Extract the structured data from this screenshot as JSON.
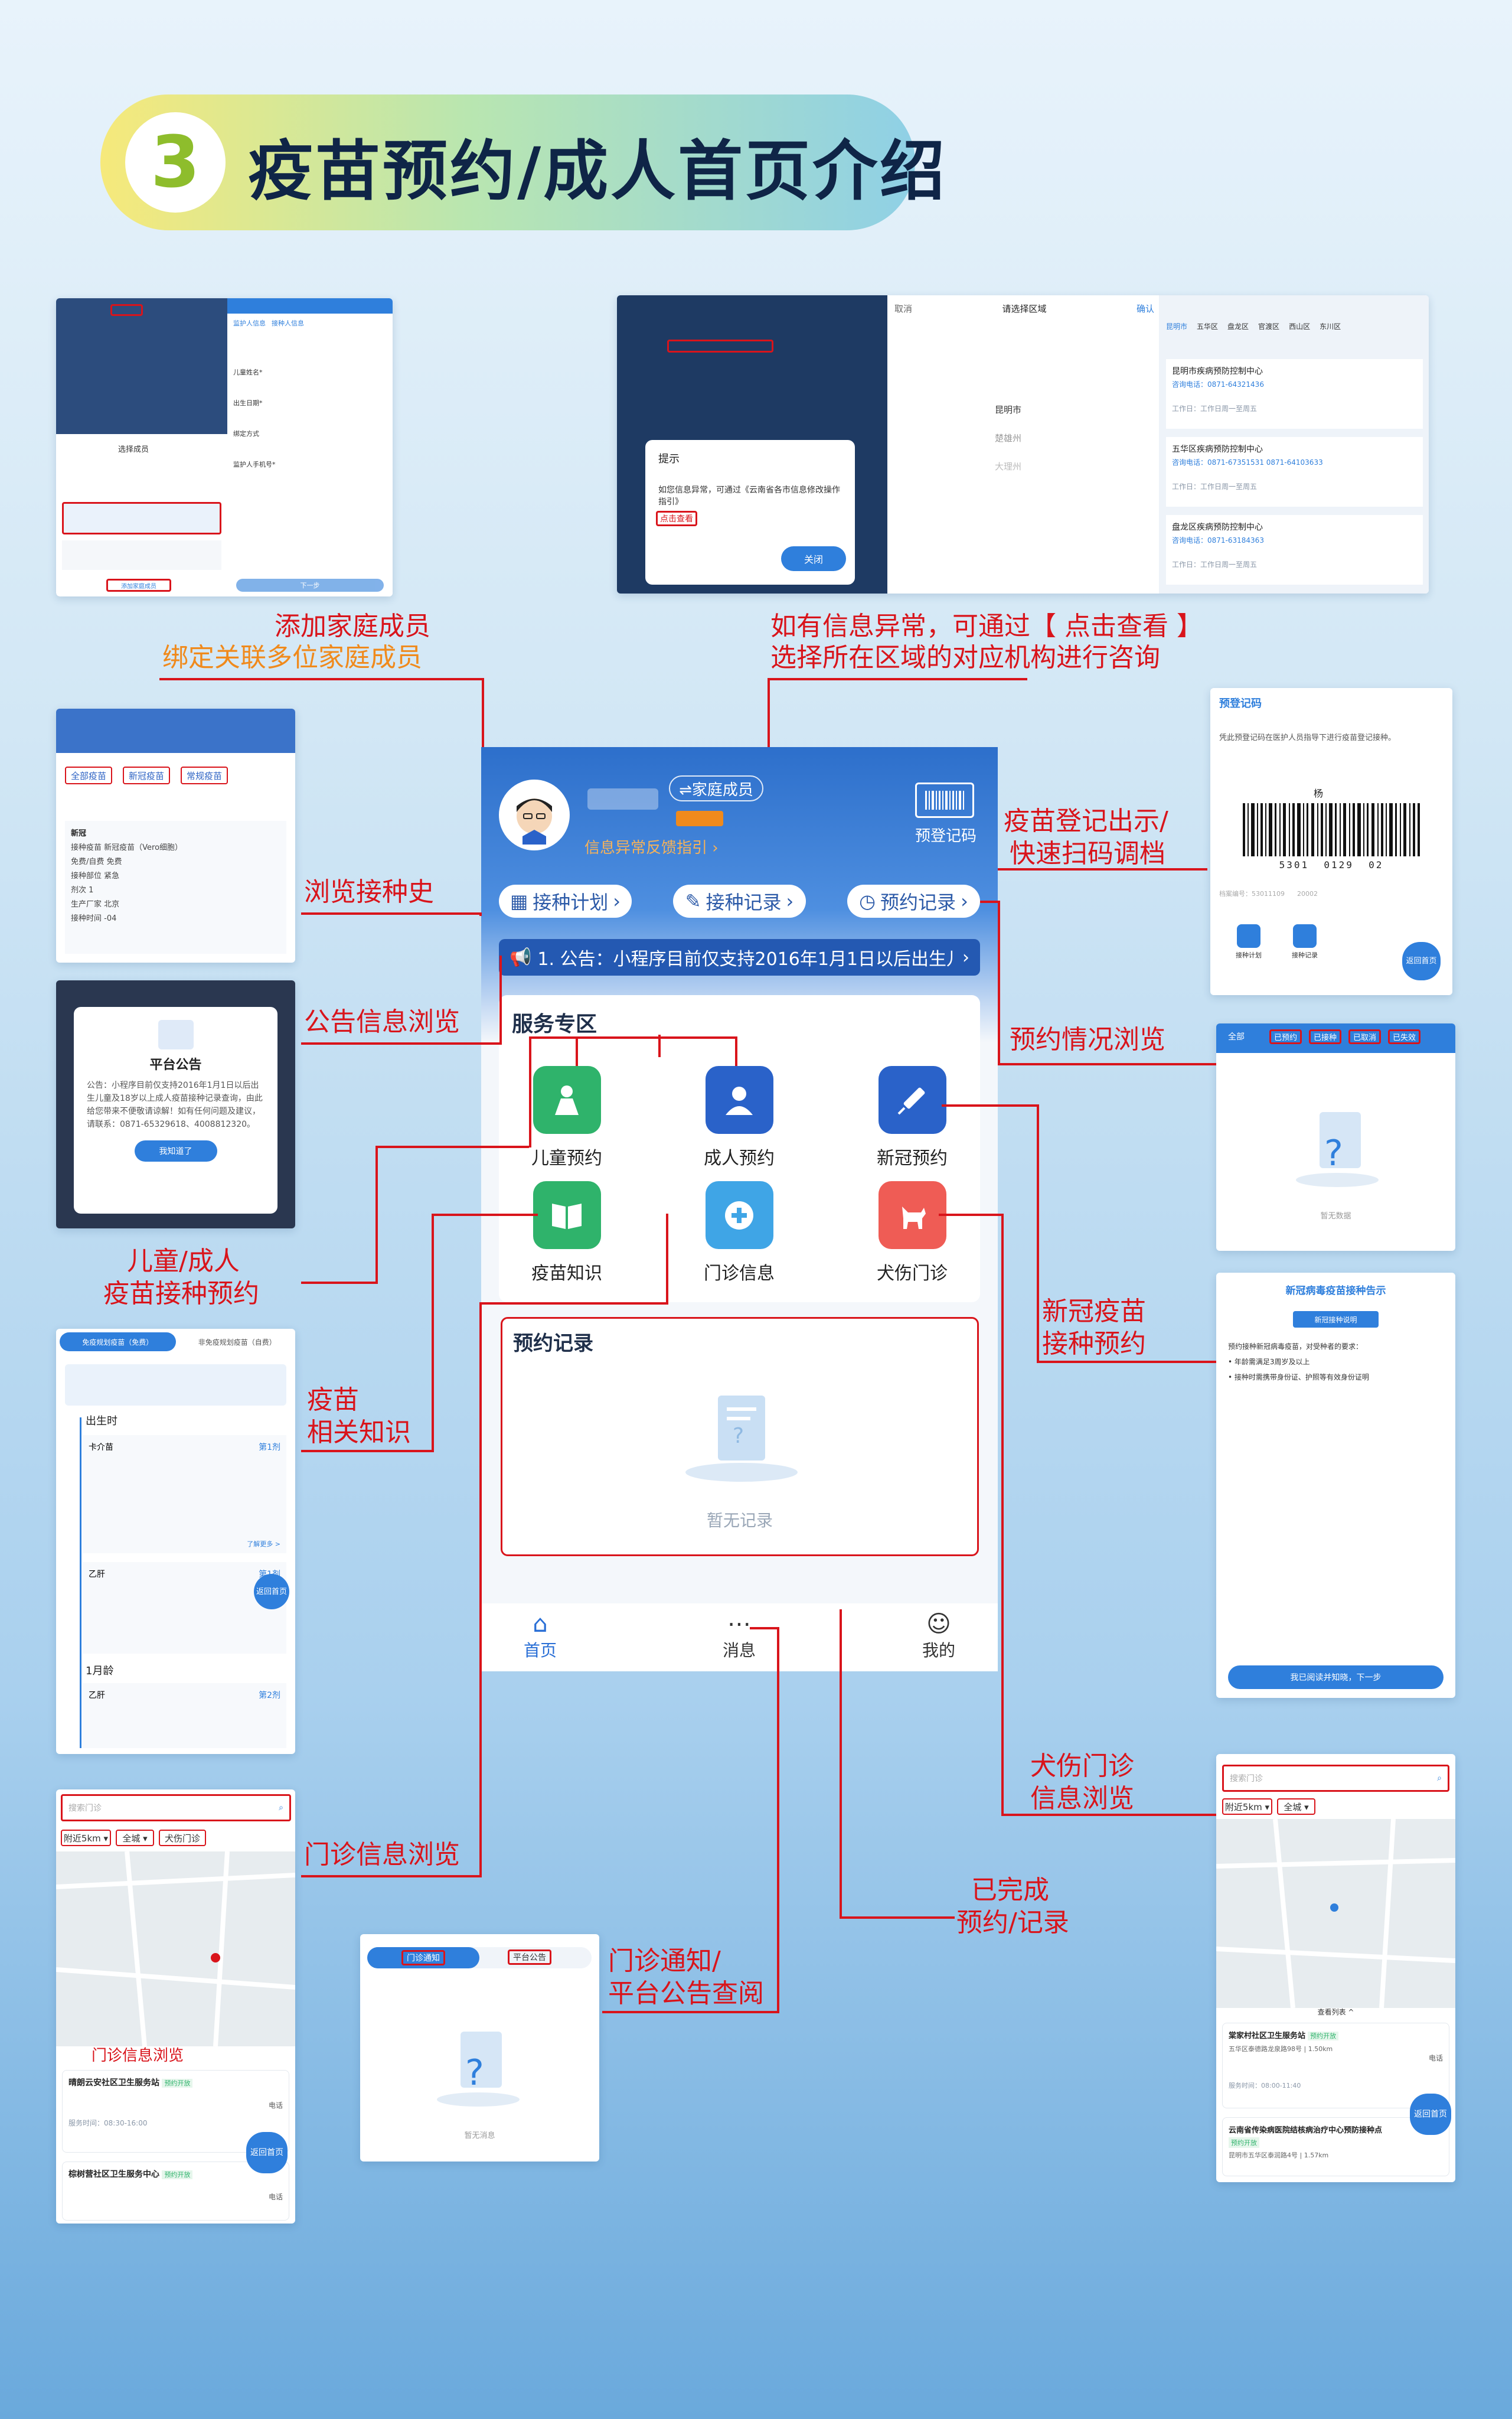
{
  "banner": {
    "number": "3",
    "title": "疫苗预约/成人首页介绍"
  },
  "colors": {
    "accent": "#2f7fdc",
    "callout": "#d9141b",
    "orange": "#f08a1c",
    "dark_title": "#0f2547"
  },
  "callouts": {
    "family_1": "添加家庭成员",
    "family_2": "绑定关联多位家庭成员",
    "info_1": "如有信息异常，可通过【 点击查看 】",
    "info_2": "选择所在区域的对应机构进行咨询",
    "history": "浏览接种史",
    "notice": "公告信息浏览",
    "register_1": "疫苗登记出示/",
    "register_2": "快速扫码调档",
    "booking_view": "预约情况浏览",
    "kid_adult_1": "儿童/成人",
    "kid_adult_2": "疫苗接种预约",
    "covid_1": "新冠疫苗",
    "covid_2": "接种预约",
    "knowledge_1": "疫苗",
    "knowledge_2": "相关知识",
    "clinic_view": "门诊信息浏览",
    "dog_1": "犬伤门诊",
    "dog_2": "信息浏览",
    "done_1": "已完成",
    "done_2": "预约/记录",
    "msg_1": "门诊通知/",
    "msg_2": "平台公告查阅"
  },
  "phone": {
    "family_btn": "⇌家庭成员",
    "barcode_label": "预登记码",
    "anomaly": "信息异常反馈指引",
    "pills": [
      "接种计划",
      "接种记录",
      "预约记录"
    ],
    "notice": "1. 公告：小程序目前仅支持2016年1月1日以后出生儿...",
    "service_title": "服务专区",
    "services": [
      {
        "label": "儿童预约",
        "icon": "child-icon",
        "color": "#2fb36b"
      },
      {
        "label": "成人预约",
        "icon": "adult-icon",
        "color": "#2a62c9"
      },
      {
        "label": "新冠预约",
        "icon": "syringe-icon",
        "color": "#2a62c9"
      },
      {
        "label": "疫苗知识",
        "icon": "book-icon",
        "color": "#2fb36b"
      },
      {
        "label": "门诊信息",
        "icon": "plus-icon",
        "color": "#3fa5e6"
      },
      {
        "label": "犬伤门诊",
        "icon": "dog-icon",
        "color": "#ef5c55"
      }
    ],
    "records_title": "预约记录",
    "empty": "暂无记录",
    "tabs": [
      "首页",
      "消息",
      "我的"
    ]
  },
  "shot_family": {
    "dialog_title": "选择成员",
    "add_member": "添加家庭成员",
    "form_tabs": [
      "监护人信息",
      "接种人信息"
    ],
    "fields": [
      "儿童姓名*",
      "出生日期*",
      "绑定方式",
      "监护人手机号*"
    ],
    "next": "下一步"
  },
  "shot_region": {
    "cancel": "取消",
    "pick": "请选择区域",
    "confirm": "确认",
    "cities": [
      "昆明市",
      "楚雄州",
      "大理州"
    ],
    "districts": [
      "昆明市",
      "五华区",
      "盘龙区",
      "官渡区",
      "西山区",
      "东川区"
    ],
    "tip_title": "提示",
    "tip_text": "如您信息异常，可通过《云南省各市信息修改操作指引》",
    "tip_link": "点击查看",
    "close": "关闭",
    "orgs": [
      {
        "name": "昆明市疾病预防控制中心",
        "phone": "咨询电话：0871-64321436",
        "hours": "工作日：工作日周一至周五"
      },
      {
        "name": "五华区疾病预防控制中心",
        "phone": "咨询电话：0871-67351531  0871-64103633",
        "hours": "工作日：工作日周一至周五"
      },
      {
        "name": "盘龙区疾病预防控制中心",
        "phone": "咨询电话：0871-63184363",
        "hours": "工作日：工作日周一至周五"
      }
    ]
  },
  "shot_history": {
    "tabs": [
      "全部疫苗",
      "新冠疫苗",
      "常规疫苗"
    ],
    "card_title": "新冠",
    "rows": [
      "接种疫苗 新冠疫苗（Vero细胞）",
      "免费/自费 免费",
      "接种部位 紧急",
      "剂次 1",
      "生产厂家 北京",
      "接种时间 -04"
    ]
  },
  "shot_notice": {
    "title": "平台公告",
    "body": "公告：小程序目前仅支持2016年1月1日以后出生儿童及18岁以上成人疫苗接种记录查询，由此给您带来不便敬请谅解！如有任何问题及建议，请联系：0871-65329618、4008812320。",
    "ok": "我知道了"
  },
  "shot_knowledge": {
    "tabs": [
      "免疫规划疫苗（免费）",
      "非免疫规划疫苗（自费）"
    ],
    "stages": [
      "出生时",
      "1月龄"
    ],
    "items": [
      {
        "name": "卡介苗",
        "dose": "第1剂"
      },
      {
        "name": "乙肝",
        "dose": "第1剂"
      },
      {
        "name": "乙肝",
        "dose": "第2剂"
      }
    ],
    "more": "了解更多 >",
    "home": "返回首页"
  },
  "shot_clinic": {
    "search": "搜索门诊",
    "filters": [
      "附近5km ▾",
      "全城 ▾",
      "犬伤门诊"
    ],
    "overlay": "门诊信息浏览",
    "clinics": [
      {
        "name": "晴朗云安社区卫生服务站",
        "tag": "预约开放",
        "hours": "服务时间：08:30-16:00"
      },
      {
        "name": "棕树营社区卫生服务中心",
        "tag": "预约开放",
        "hours": ""
      }
    ],
    "call": "电话",
    "home": "返回首页"
  },
  "shot_message": {
    "tabs": [
      "门诊通知",
      "平台公告"
    ],
    "empty": "暂无消息"
  },
  "shot_barcode": {
    "title": "预登记码",
    "desc": "凭此预登记码在医护人员指导下进行疫苗登记接种。",
    "name": "杨",
    "code": "5301  0129  02",
    "id": "档案编号：53011109      20002",
    "actions": [
      "接种计划",
      "接种记录"
    ],
    "home": "返回首页"
  },
  "shot_booking": {
    "tabs": [
      "全部",
      "已预约",
      "已接种",
      "已取消",
      "已失效"
    ],
    "empty": "暂无数据"
  },
  "shot_covid": {
    "title": "新冠病毒疫苗接种告示",
    "badge": "新冠接种说明",
    "line1": "预约接种新冠病毒疫苗，对受种者的要求：",
    "bullets": [
      "年龄需满足3周岁及以上",
      "接种时需携带身份证、护照等有效身份证明"
    ],
    "accept": "我已阅读并知晓，下一步"
  },
  "shot_dog": {
    "search": "搜索门诊",
    "filters": [
      "附近5km ▾",
      "全城 ▾"
    ],
    "list_toggle": "查看列表 ^",
    "clinics": [
      {
        "name": "棠家村社区卫生服务站",
        "tag": "预约开放",
        "addr": "五华区泰德路龙泉路98号 | 1.50km"
      },
      {
        "name": "云南省传染病医院结核病治疗中心预防接种点",
        "tag": "预约开放",
        "addr": "昆明市五华区泰润路4号 | 1.57km"
      }
    ],
    "hours": "服务时间：08:00-11:40",
    "call": "电话",
    "home": "返回首页"
  }
}
